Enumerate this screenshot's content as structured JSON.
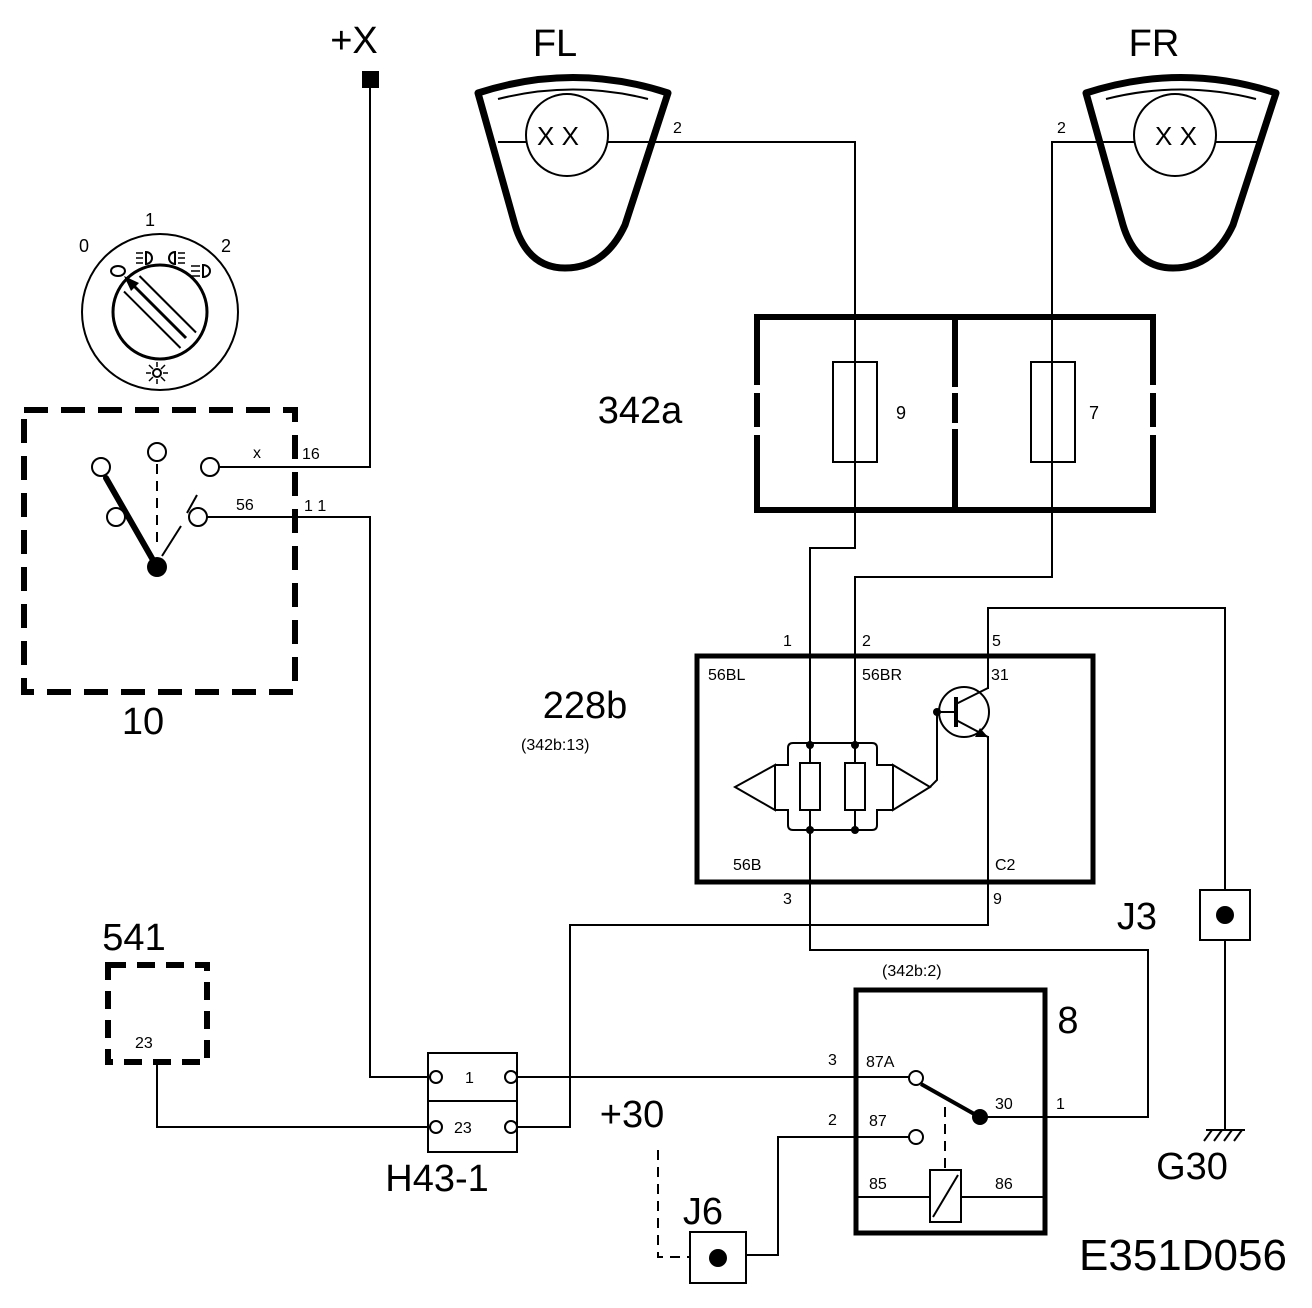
{
  "figure_code": "E351D056",
  "colors": {
    "line": "#000000",
    "background": "#ffffff"
  },
  "supplies": {
    "plus_x": "+X",
    "plus_30": "+30"
  },
  "lamp_fl": {
    "label": "FL",
    "pin": "2",
    "bulb": "X X"
  },
  "lamp_fr": {
    "label": "FR",
    "pin": "2",
    "bulb": "X X"
  },
  "light_switch": {
    "label": "10",
    "positions": [
      "0",
      "1",
      "2"
    ],
    "wire_x": "x",
    "wire_56": "56",
    "pin_x": "16",
    "pin_56": "1 1"
  },
  "icons": [
    "lamp-off-icon",
    "parking-light-icon",
    "headlight-icon",
    "panel-light-icon",
    "ground-icon",
    "transistor-icon",
    "resistor-icon",
    "fuse-icon",
    "relay-coil-icon"
  ],
  "fuse_box": {
    "label": "342a",
    "fuse_left": "9",
    "fuse_right": "7"
  },
  "module": {
    "label": "228b",
    "ref": "(342b:13)",
    "pin_56bl": "1",
    "pin_56br": "2",
    "pin_31": "5",
    "pin_56b": "3",
    "pin_c2": "9",
    "term_56bl": "56BL",
    "term_56br": "56BR",
    "term_31": "31",
    "term_56b": "56B",
    "term_c2": "C2"
  },
  "unit_541": {
    "label": "541",
    "pin": "23"
  },
  "connector": {
    "label": "H43-1",
    "pin_top": "1",
    "pin_bottom": "23"
  },
  "relay": {
    "label": "8",
    "ref": "(342b:2)",
    "pin_87a": "3",
    "term_87a": "87A",
    "pin_87": "2",
    "term_87": "87",
    "term_30": "30",
    "pin_30": "1",
    "term_85": "85",
    "term_86": "86"
  },
  "splices": {
    "j3": "J3",
    "j6": "J6"
  },
  "ground": {
    "label": "G30"
  }
}
